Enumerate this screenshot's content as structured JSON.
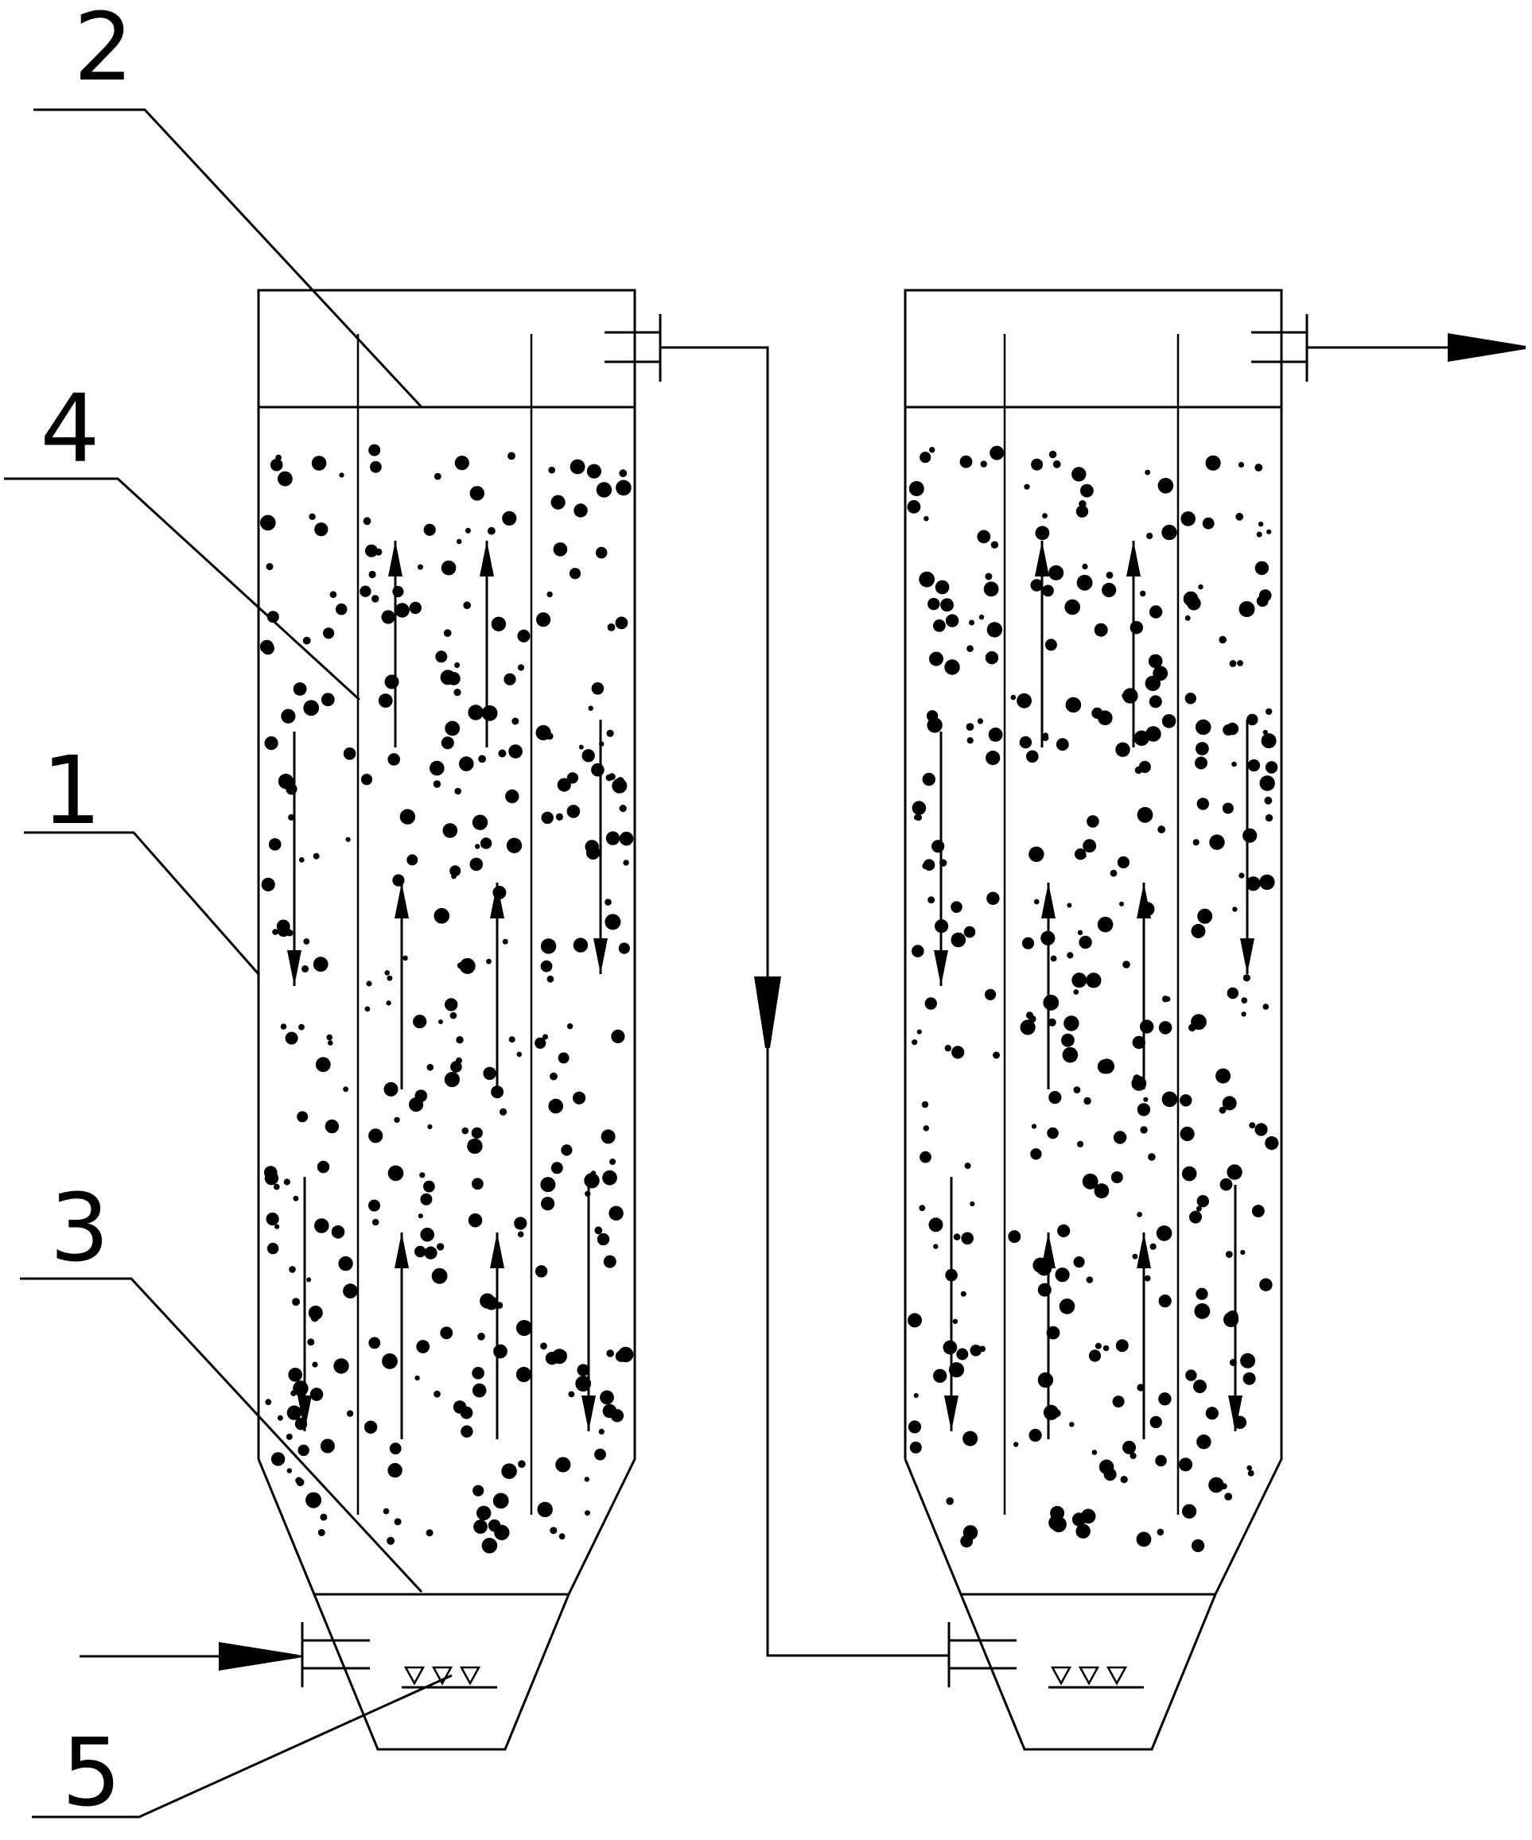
{
  "diagram": {
    "callout_labels": [
      {
        "id": "2",
        "text": "2"
      },
      {
        "id": "4",
        "text": "4"
      },
      {
        "id": "1",
        "text": "1"
      },
      {
        "id": "3",
        "text": "3"
      },
      {
        "id": "5",
        "text": "5"
      }
    ],
    "reactors": [
      "left",
      "right"
    ],
    "colors": {
      "line": "#000000",
      "background": "#ffffff"
    }
  }
}
